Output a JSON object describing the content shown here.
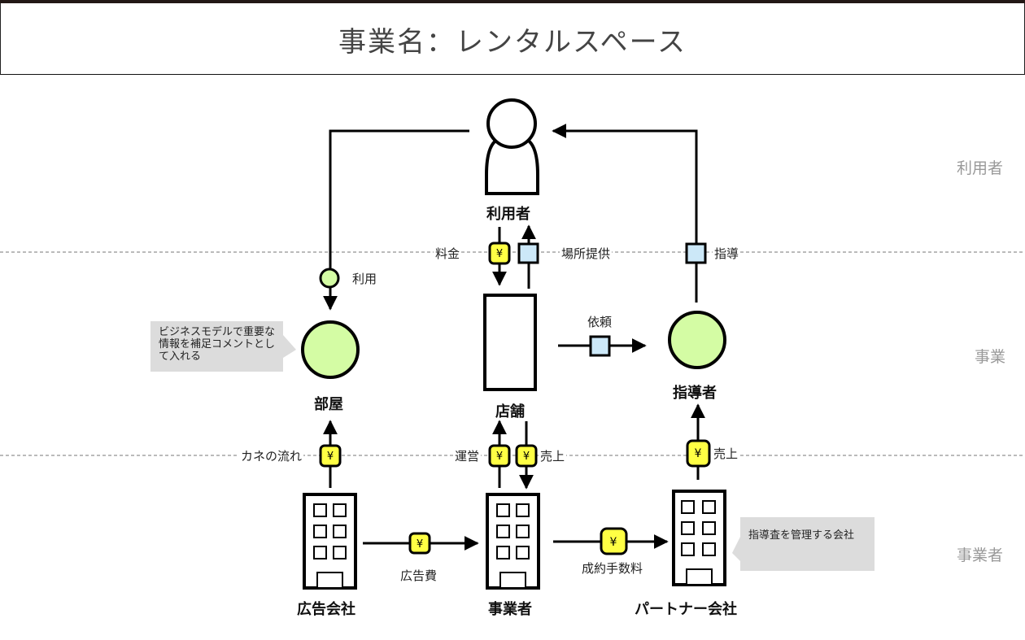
{
  "header": {
    "title": "事業名：レンタルスペース"
  },
  "lanes": [
    {
      "label": "利用者"
    },
    {
      "label": "事業"
    },
    {
      "label": "事業者"
    }
  ],
  "nodes": {
    "user": {
      "label": "利用者",
      "icon": "person-icon"
    },
    "room": {
      "label": "部屋",
      "icon": "circle-icon"
    },
    "store": {
      "label": "店舗",
      "icon": "rectangle-icon"
    },
    "instructor": {
      "label": "指導者",
      "icon": "circle-icon"
    },
    "ad_company": {
      "label": "広告会社",
      "icon": "building-icon"
    },
    "operator": {
      "label": "事業者",
      "icon": "building-icon"
    },
    "partner": {
      "label": "パートナー会社",
      "icon": "building-icon"
    }
  },
  "flows": {
    "use": {
      "label": "利用",
      "type": "thing"
    },
    "fee": {
      "label": "料金",
      "type": "money",
      "symbol": "¥"
    },
    "place": {
      "label": "場所提供",
      "type": "service"
    },
    "guidance": {
      "label": "指導",
      "type": "service"
    },
    "request": {
      "label": "依頼",
      "type": "service"
    },
    "money_flow": {
      "label": "カネの流れ",
      "type": "money",
      "symbol": "¥"
    },
    "operation": {
      "label": "運営",
      "type": "money",
      "symbol": "¥"
    },
    "sales1": {
      "label": "売上",
      "type": "money",
      "symbol": "¥"
    },
    "sales2": {
      "label": "売上",
      "type": "money",
      "symbol": "¥"
    },
    "ad_fee": {
      "label": "広告費",
      "type": "money",
      "symbol": "¥"
    },
    "commission": {
      "label": "成約手数料",
      "type": "money",
      "symbol": "¥"
    }
  },
  "comments": {
    "business_model": "ビジネスモデルで重要な情報を補足コメントとして入れる",
    "partner_note": "指導査を管理する会社"
  },
  "colors": {
    "money": "#ffff44",
    "service": "#cce8f8",
    "thing": "#d4fca4",
    "comment_bg": "#dcdcdc",
    "lane_text": "#999999"
  }
}
